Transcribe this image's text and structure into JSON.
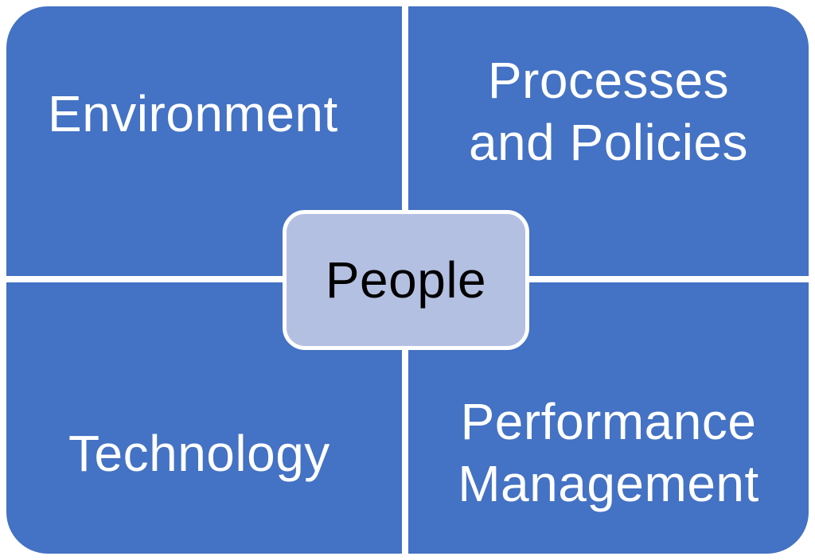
{
  "diagram": {
    "quadrants": {
      "top_left": {
        "label": "Environment"
      },
      "top_right": {
        "label_line1": "Processes",
        "label_line2": "and Policies"
      },
      "bottom_left": {
        "label": "Technology"
      },
      "bottom_right": {
        "label_line1": "Performance",
        "label_line2": "Management"
      }
    },
    "center": {
      "label": "People"
    },
    "colors": {
      "quadrant_fill": "#4472c4",
      "center_fill": "#b4c0e2",
      "quadrant_text": "#ffffff",
      "center_text": "#000000",
      "separator": "#ffffff"
    }
  }
}
